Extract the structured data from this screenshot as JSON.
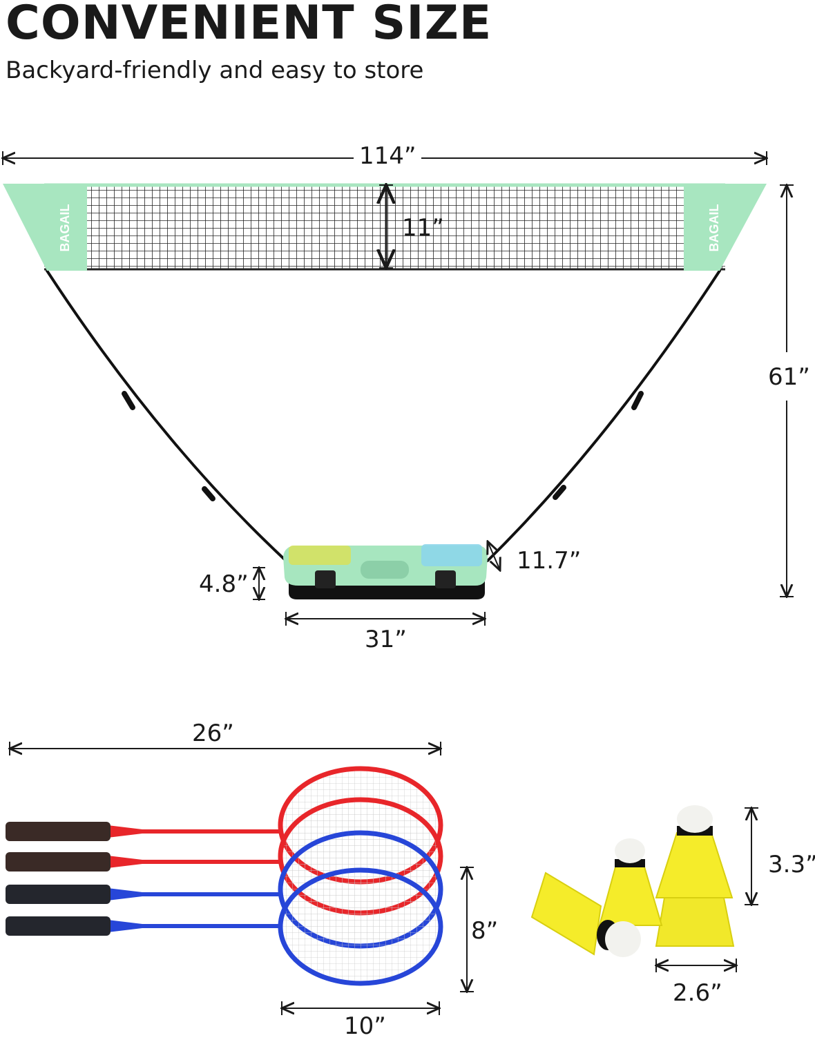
{
  "header": {
    "title": "CONVENIENT SIZE",
    "subtitle": "Backyard-friendly and easy to store"
  },
  "brand": {
    "name": "BAGAIL",
    "net_color": "#a8e6c0",
    "red": "#e8262a",
    "blue": "#2746d8",
    "shuttle": "#f5ec2a"
  },
  "dimensions": {
    "net_width": "114”",
    "net_height": "11”",
    "total_height": "61”",
    "base_depth": "11.7”",
    "base_height": "4.8”",
    "base_width": "31”",
    "racket_length": "26”",
    "racket_head_height": "8”",
    "racket_head_width": "10”",
    "shuttle_height": "3.3”",
    "shuttle_width": "2.6”"
  }
}
